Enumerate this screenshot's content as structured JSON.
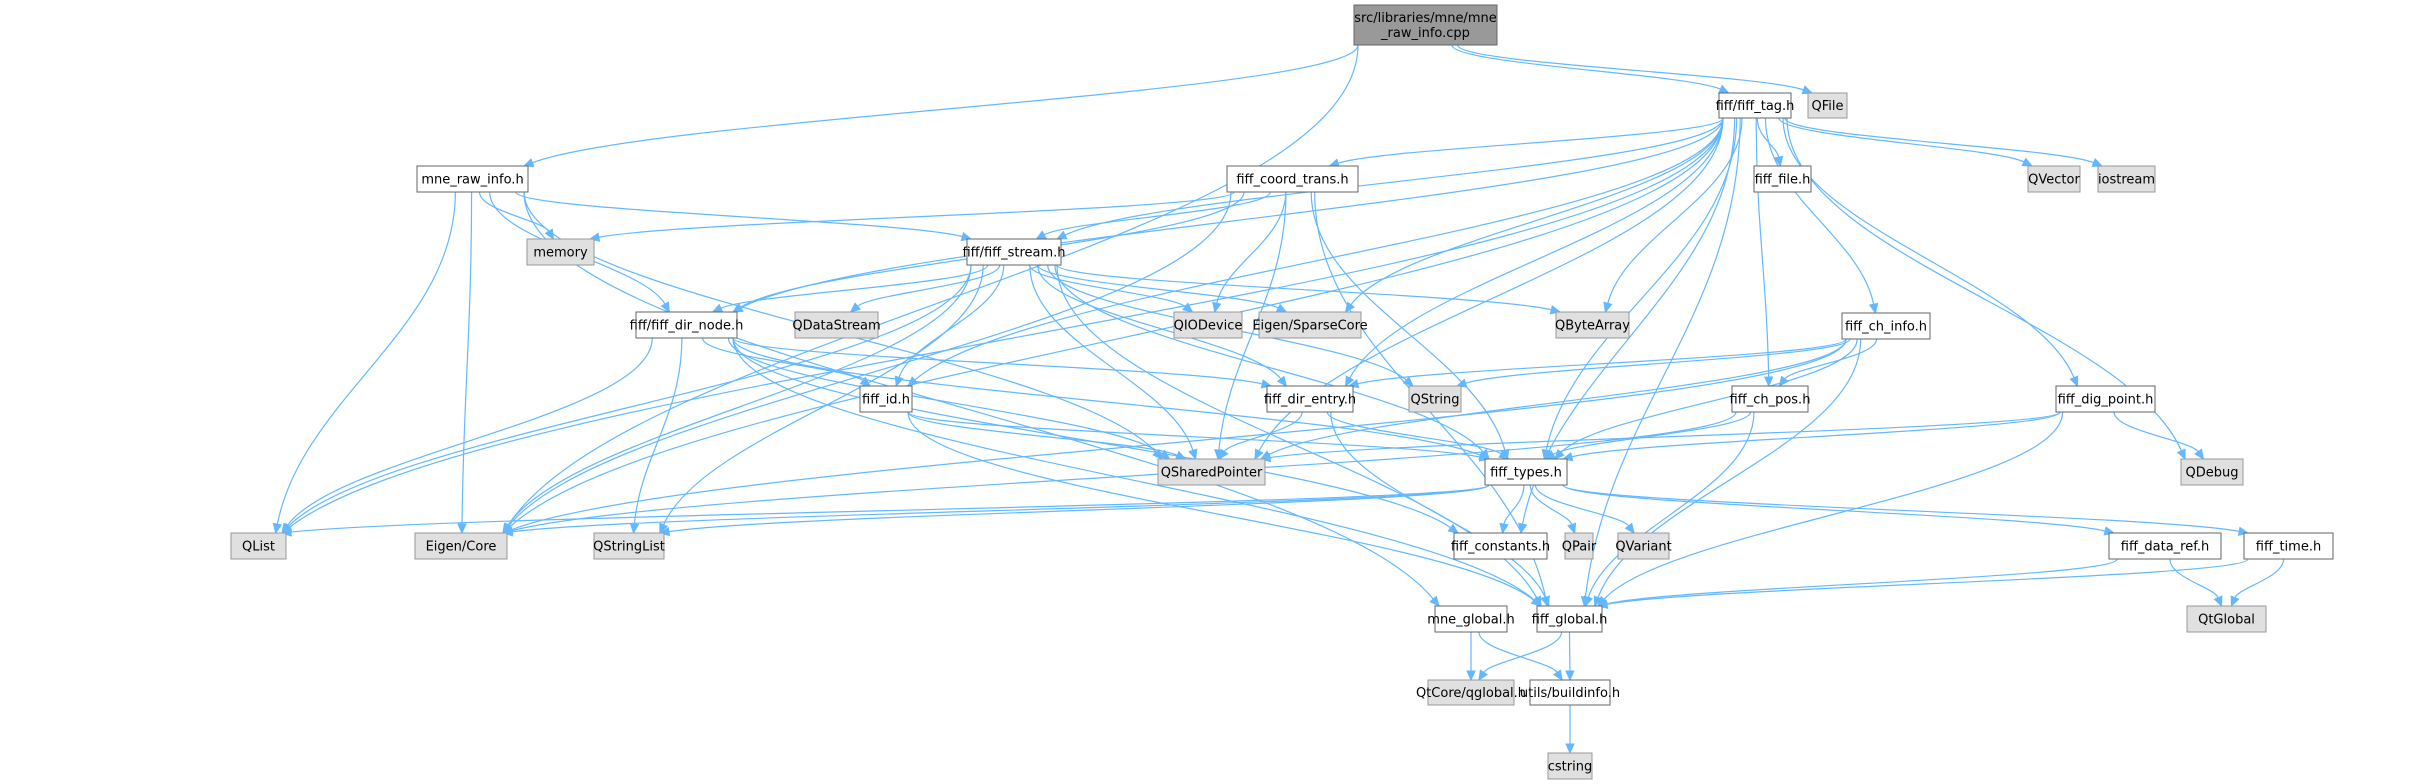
{
  "diagram": {
    "title": "src/libraries/mne/mne_raw_info.cpp",
    "kind": "include dependency graph",
    "colors": {
      "edge": "#63b8ff",
      "root_fill": "#999999",
      "normal_fill": "#ffffff",
      "external_fill": "#e0e0e0",
      "border": "#666666"
    },
    "nodes": [
      {
        "id": "root",
        "label": "src/libraries/mne/mne\n_raw_info.cpp",
        "lines": [
          "src/libraries/mne/mne",
          "_raw_info.cpp"
        ],
        "type": "root"
      },
      {
        "id": "fiff_tag",
        "label": "fiff/fiff_tag.h",
        "type": "normal"
      },
      {
        "id": "QFile",
        "label": "QFile",
        "type": "external"
      },
      {
        "id": "mne_raw_info_h",
        "label": "mne_raw_info.h",
        "type": "normal"
      },
      {
        "id": "fiff_coord_trans",
        "label": "fiff_coord_trans.h",
        "type": "normal"
      },
      {
        "id": "fiff_file",
        "label": "fiff_file.h",
        "type": "normal"
      },
      {
        "id": "QVector",
        "label": "QVector",
        "type": "external"
      },
      {
        "id": "iostream",
        "label": "iostream",
        "type": "external"
      },
      {
        "id": "memory",
        "label": "memory",
        "type": "external"
      },
      {
        "id": "fiff_stream",
        "label": "fiff/fiff_stream.h",
        "type": "normal"
      },
      {
        "id": "fiff_dir_node",
        "label": "fiff/fiff_dir_node.h",
        "type": "normal"
      },
      {
        "id": "QDataStream",
        "label": "QDataStream",
        "type": "external"
      },
      {
        "id": "QIODevice",
        "label": "QIODevice",
        "type": "external"
      },
      {
        "id": "EigenSparse",
        "label": "Eigen/SparseCore",
        "type": "external"
      },
      {
        "id": "QByteArray",
        "label": "QByteArray",
        "type": "external"
      },
      {
        "id": "fiff_ch_info",
        "label": "fiff_ch_info.h",
        "type": "normal"
      },
      {
        "id": "fiff_id",
        "label": "fiff_id.h",
        "type": "normal"
      },
      {
        "id": "fiff_dir_entry",
        "label": "fiff_dir_entry.h",
        "type": "normal"
      },
      {
        "id": "QString",
        "label": "QString",
        "type": "external"
      },
      {
        "id": "fiff_ch_pos",
        "label": "fiff_ch_pos.h",
        "type": "normal"
      },
      {
        "id": "fiff_dig_point",
        "label": "fiff_dig_point.h",
        "type": "normal"
      },
      {
        "id": "QSharedPointer",
        "label": "QSharedPointer",
        "type": "external"
      },
      {
        "id": "fiff_types",
        "label": "fiff_types.h",
        "type": "normal"
      },
      {
        "id": "QDebug",
        "label": "QDebug",
        "type": "external"
      },
      {
        "id": "QList",
        "label": "QList",
        "type": "external"
      },
      {
        "id": "EigenCore",
        "label": "Eigen/Core",
        "type": "external"
      },
      {
        "id": "QStringList",
        "label": "QStringList",
        "type": "external"
      },
      {
        "id": "fiff_constants",
        "label": "fiff_constants.h",
        "type": "normal"
      },
      {
        "id": "QPair",
        "label": "QPair",
        "type": "external"
      },
      {
        "id": "QVariant",
        "label": "QVariant",
        "type": "external"
      },
      {
        "id": "fiff_data_ref",
        "label": "fiff_data_ref.h",
        "type": "normal"
      },
      {
        "id": "fiff_time",
        "label": "fiff_time.h",
        "type": "normal"
      },
      {
        "id": "mne_global",
        "label": "mne_global.h",
        "type": "normal"
      },
      {
        "id": "fiff_global",
        "label": "fiff_global.h",
        "type": "normal"
      },
      {
        "id": "QtGlobal",
        "label": "QtGlobal",
        "type": "external"
      },
      {
        "id": "qglobal",
        "label": "QtCore/qglobal.h",
        "type": "external"
      },
      {
        "id": "buildinfo",
        "label": "utils/buildinfo.h",
        "type": "normal"
      },
      {
        "id": "cstring",
        "label": "cstring",
        "type": "external"
      }
    ],
    "edges": [
      [
        "root",
        "fiff_tag"
      ],
      [
        "root",
        "QFile"
      ],
      [
        "root",
        "mne_raw_info_h"
      ],
      [
        "root",
        "EigenCore"
      ],
      [
        "fiff_tag",
        "fiff_coord_trans"
      ],
      [
        "fiff_tag",
        "fiff_file"
      ],
      [
        "fiff_tag",
        "QVector"
      ],
      [
        "fiff_tag",
        "iostream"
      ],
      [
        "fiff_tag",
        "fiff_stream"
      ],
      [
        "fiff_tag",
        "fiff_dir_node"
      ],
      [
        "fiff_tag",
        "fiff_id"
      ],
      [
        "fiff_tag",
        "EigenSparse"
      ],
      [
        "fiff_tag",
        "QByteArray"
      ],
      [
        "fiff_tag",
        "fiff_ch_info"
      ],
      [
        "fiff_tag",
        "fiff_dir_entry"
      ],
      [
        "fiff_tag",
        "fiff_ch_pos"
      ],
      [
        "fiff_tag",
        "fiff_dig_point"
      ],
      [
        "fiff_tag",
        "QSharedPointer"
      ],
      [
        "fiff_tag",
        "fiff_types"
      ],
      [
        "fiff_tag",
        "QDebug"
      ],
      [
        "fiff_tag",
        "QList"
      ],
      [
        "fiff_tag",
        "EigenCore"
      ],
      [
        "fiff_tag",
        "fiff_constants"
      ],
      [
        "fiff_tag",
        "fiff_global"
      ],
      [
        "mne_raw_info_h",
        "memory"
      ],
      [
        "mne_raw_info_h",
        "fiff_stream"
      ],
      [
        "mne_raw_info_h",
        "fiff_dir_node"
      ],
      [
        "mne_raw_info_h",
        "QList"
      ],
      [
        "mne_raw_info_h",
        "EigenCore"
      ],
      [
        "mne_raw_info_h",
        "QSharedPointer"
      ],
      [
        "mne_raw_info_h",
        "mne_global"
      ],
      [
        "fiff_coord_trans",
        "memory"
      ],
      [
        "fiff_coord_trans",
        "fiff_stream"
      ],
      [
        "fiff_coord_trans",
        "QIODevice"
      ],
      [
        "fiff_coord_trans",
        "fiff_types"
      ],
      [
        "fiff_coord_trans",
        "QSharedPointer"
      ],
      [
        "fiff_coord_trans",
        "EigenCore"
      ],
      [
        "fiff_coord_trans",
        "fiff_global"
      ],
      [
        "fiff_coord_trans",
        "fiff_dir_node"
      ],
      [
        "fiff_stream",
        "fiff_dir_node"
      ],
      [
        "fiff_stream",
        "QDataStream"
      ],
      [
        "fiff_stream",
        "QIODevice"
      ],
      [
        "fiff_stream",
        "EigenSparse"
      ],
      [
        "fiff_stream",
        "QByteArray"
      ],
      [
        "fiff_stream",
        "fiff_id"
      ],
      [
        "fiff_stream",
        "fiff_dir_entry"
      ],
      [
        "fiff_stream",
        "QString"
      ],
      [
        "fiff_stream",
        "QSharedPointer"
      ],
      [
        "fiff_stream",
        "fiff_types"
      ],
      [
        "fiff_stream",
        "QList"
      ],
      [
        "fiff_stream",
        "EigenCore"
      ],
      [
        "fiff_stream",
        "QStringList"
      ],
      [
        "fiff_stream",
        "fiff_global"
      ],
      [
        "fiff_dir_node",
        "fiff_id"
      ],
      [
        "fiff_dir_node",
        "fiff_dir_entry"
      ],
      [
        "fiff_dir_node",
        "fiff_types"
      ],
      [
        "fiff_dir_node",
        "QSharedPointer"
      ],
      [
        "fiff_dir_node",
        "QList"
      ],
      [
        "fiff_dir_node",
        "QStringList"
      ],
      [
        "fiff_dir_node",
        "fiff_global"
      ],
      [
        "fiff_dir_node",
        "fiff_constants"
      ],
      [
        "fiff_ch_info",
        "fiff_ch_pos"
      ],
      [
        "fiff_ch_info",
        "QString"
      ],
      [
        "fiff_ch_info",
        "fiff_types"
      ],
      [
        "fiff_ch_info",
        "QSharedPointer"
      ],
      [
        "fiff_ch_info",
        "EigenCore"
      ],
      [
        "fiff_ch_info",
        "fiff_global"
      ],
      [
        "fiff_ch_info",
        "fiff_dir_entry"
      ],
      [
        "fiff_id",
        "QSharedPointer"
      ],
      [
        "fiff_id",
        "fiff_types"
      ],
      [
        "fiff_id",
        "fiff_global"
      ],
      [
        "fiff_dir_entry",
        "QSharedPointer"
      ],
      [
        "fiff_dir_entry",
        "fiff_types"
      ],
      [
        "fiff_dir_entry",
        "fiff_global"
      ],
      [
        "fiff_ch_pos",
        "fiff_types"
      ],
      [
        "fiff_ch_pos",
        "EigenCore"
      ],
      [
        "fiff_ch_pos",
        "fiff_global"
      ],
      [
        "fiff_dig_point",
        "fiff_types"
      ],
      [
        "fiff_dig_point",
        "QDebug"
      ],
      [
        "fiff_dig_point",
        "fiff_global"
      ],
      [
        "fiff_dig_point",
        "QSharedPointer"
      ],
      [
        "fiff_types",
        "fiff_constants"
      ],
      [
        "fiff_types",
        "QPair"
      ],
      [
        "fiff_types",
        "QVariant"
      ],
      [
        "fiff_types",
        "fiff_data_ref"
      ],
      [
        "fiff_types",
        "fiff_time"
      ],
      [
        "fiff_types",
        "QList"
      ],
      [
        "fiff_types",
        "EigenCore"
      ],
      [
        "fiff_types",
        "QStringList"
      ],
      [
        "fiff_data_ref",
        "QtGlobal"
      ],
      [
        "fiff_data_ref",
        "fiff_global"
      ],
      [
        "fiff_time",
        "QtGlobal"
      ],
      [
        "fiff_time",
        "fiff_global"
      ],
      [
        "mne_global",
        "qglobal"
      ],
      [
        "mne_global",
        "buildinfo"
      ],
      [
        "fiff_global",
        "qglobal"
      ],
      [
        "fiff_global",
        "buildinfo"
      ],
      [
        "buildinfo",
        "cstring"
      ]
    ]
  }
}
